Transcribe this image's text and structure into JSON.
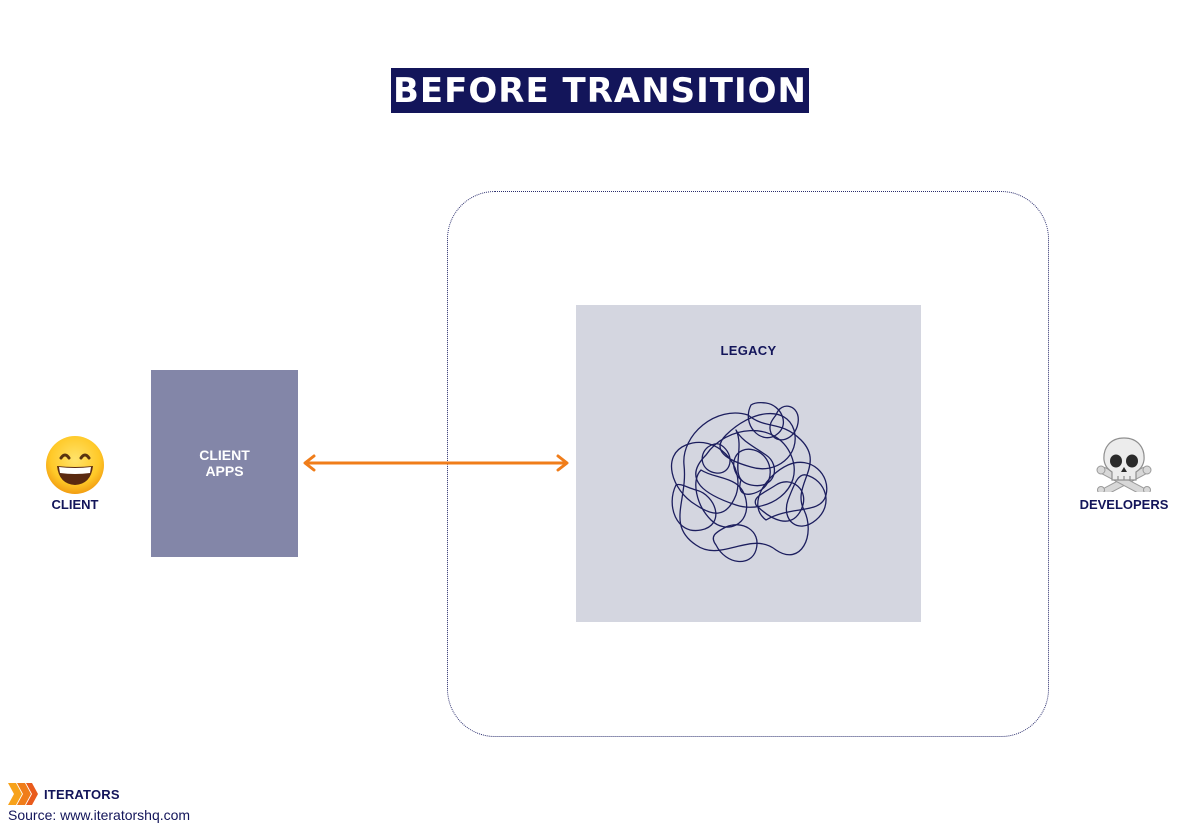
{
  "title": "BEFORE TRANSITION",
  "client": {
    "label": "CLIENT",
    "emoji": "grinning-face"
  },
  "client_apps": {
    "line1": "CLIENT",
    "line2": "APPS"
  },
  "legacy": {
    "label": "LEGACY"
  },
  "developers": {
    "label": "DEVELOPERS",
    "icon": "skull-and-crossbones"
  },
  "footer": {
    "brand": "ITERATORS",
    "source": "Source: www.iteratorshq.com"
  },
  "colors": {
    "navy": "#13155a",
    "client_apps_fill": "#8386a8",
    "legacy_fill": "#d4d6e0",
    "arrow": "#f07d1a"
  }
}
